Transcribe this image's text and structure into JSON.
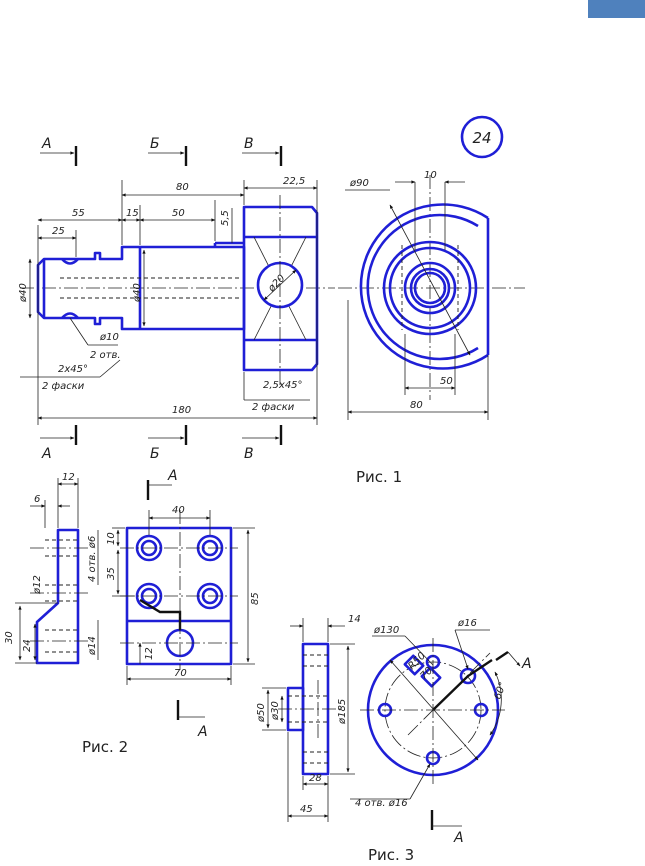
{
  "corner_color": "#4f81bd",
  "variant_number": "24",
  "captions": {
    "fig1": "Рис. 1",
    "fig2": "Рис. 2",
    "fig3": "Рис. 3"
  },
  "section_letters": {
    "a": "А",
    "b": "Б",
    "v": "В"
  },
  "fig1": {
    "dims": {
      "d22_5": "22,5",
      "d80": "80",
      "d55": "55",
      "d15": "15",
      "d50": "50",
      "d5_5": "5,5",
      "d25": "25",
      "dia40a": "ø40",
      "dia40b": "ø40",
      "dia20": "ø20",
      "dia10": "ø10",
      "holes2": "2 отв.",
      "ch2x45": "2x45°",
      "chamfers2": "2 фаски",
      "ch25x45": "2,5x45°",
      "chamfers2b": "2 фаски",
      "d180": "180",
      "dia90": "ø90",
      "d10": "10",
      "d50r": "50",
      "d80r": "80"
    }
  },
  "fig2": {
    "dims": {
      "d12": "12",
      "d6": "6",
      "holes4": "4 отв. ø6",
      "dia12": "ø12",
      "d30": "30",
      "d24": "24",
      "dia14": "ø14",
      "d40": "40",
      "d10": "10",
      "d35": "35",
      "d85": "85",
      "d12b": "12",
      "d70": "70"
    }
  },
  "fig3": {
    "dims": {
      "d14": "14",
      "dia130": "ø130",
      "dia16": "ø16",
      "r50": "R50",
      "d70": "70",
      "ang60": "60°",
      "dia50": "ø50",
      "dia30": "ø30",
      "dia185": "ø185",
      "d28": "28",
      "d45": "45",
      "holes4": "4 отв. ø16"
    }
  }
}
